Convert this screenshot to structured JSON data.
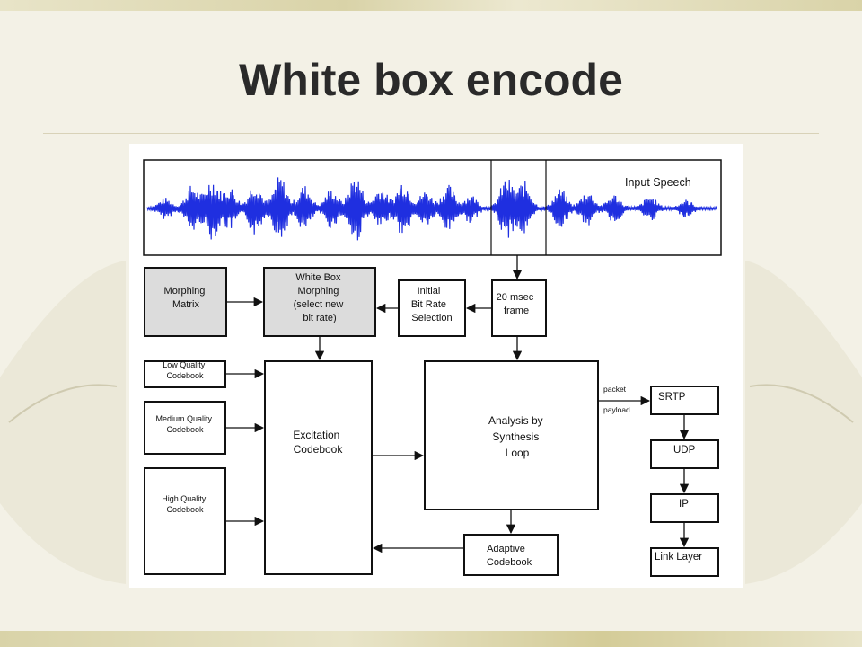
{
  "slide": {
    "title": "White box encode"
  },
  "diagram": {
    "input_speech": "Input Speech",
    "morphing_matrix": [
      "Morphing",
      "Matrix"
    ],
    "white_box_morphing": [
      "White Box",
      "Morphing",
      "(select new",
      "bit rate)"
    ],
    "initial_bit_rate": [
      "Initial",
      "Bit Rate",
      "Selection"
    ],
    "frame": [
      "20 msec",
      "frame"
    ],
    "low_quality": [
      "Low Quality",
      "Codebook"
    ],
    "medium_quality": [
      "Medium Quality",
      "Codebook"
    ],
    "high_quality": [
      "High Quality",
      "Codebook"
    ],
    "excitation_codebook": [
      "Excitation",
      "Codebook"
    ],
    "analysis_by_synthesis": [
      "Analysis by",
      "Synthesis",
      "Loop"
    ],
    "adaptive_codebook": [
      "Adaptive",
      "Codebook"
    ],
    "packet_label": "packet",
    "payload_label": "payload",
    "srtp": "SRTP",
    "udp": "UDP",
    "ip": "IP",
    "link_layer": "Link Layer"
  },
  "colors": {
    "waveform": "#1f2fe0",
    "shaded_box": "#dcdcdc",
    "box_stroke": "#111111"
  }
}
